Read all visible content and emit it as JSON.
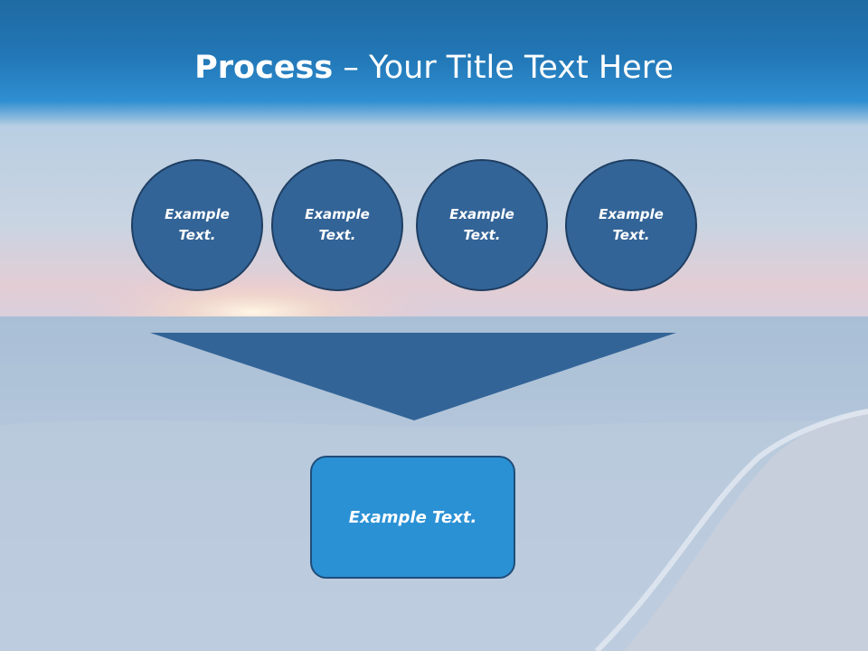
{
  "title": {
    "bold": "Process",
    "rest": " – Your Title Text Here"
  },
  "steps": [
    {
      "label": "Example Text."
    },
    {
      "label": "Example Text."
    },
    {
      "label": "Example Text."
    },
    {
      "label": "Example Text."
    }
  ],
  "result": {
    "label": "Example Text."
  },
  "colors": {
    "header": "#2277b6",
    "circle": "#336497",
    "funnel": "#336497",
    "result": "#2b91d5"
  }
}
